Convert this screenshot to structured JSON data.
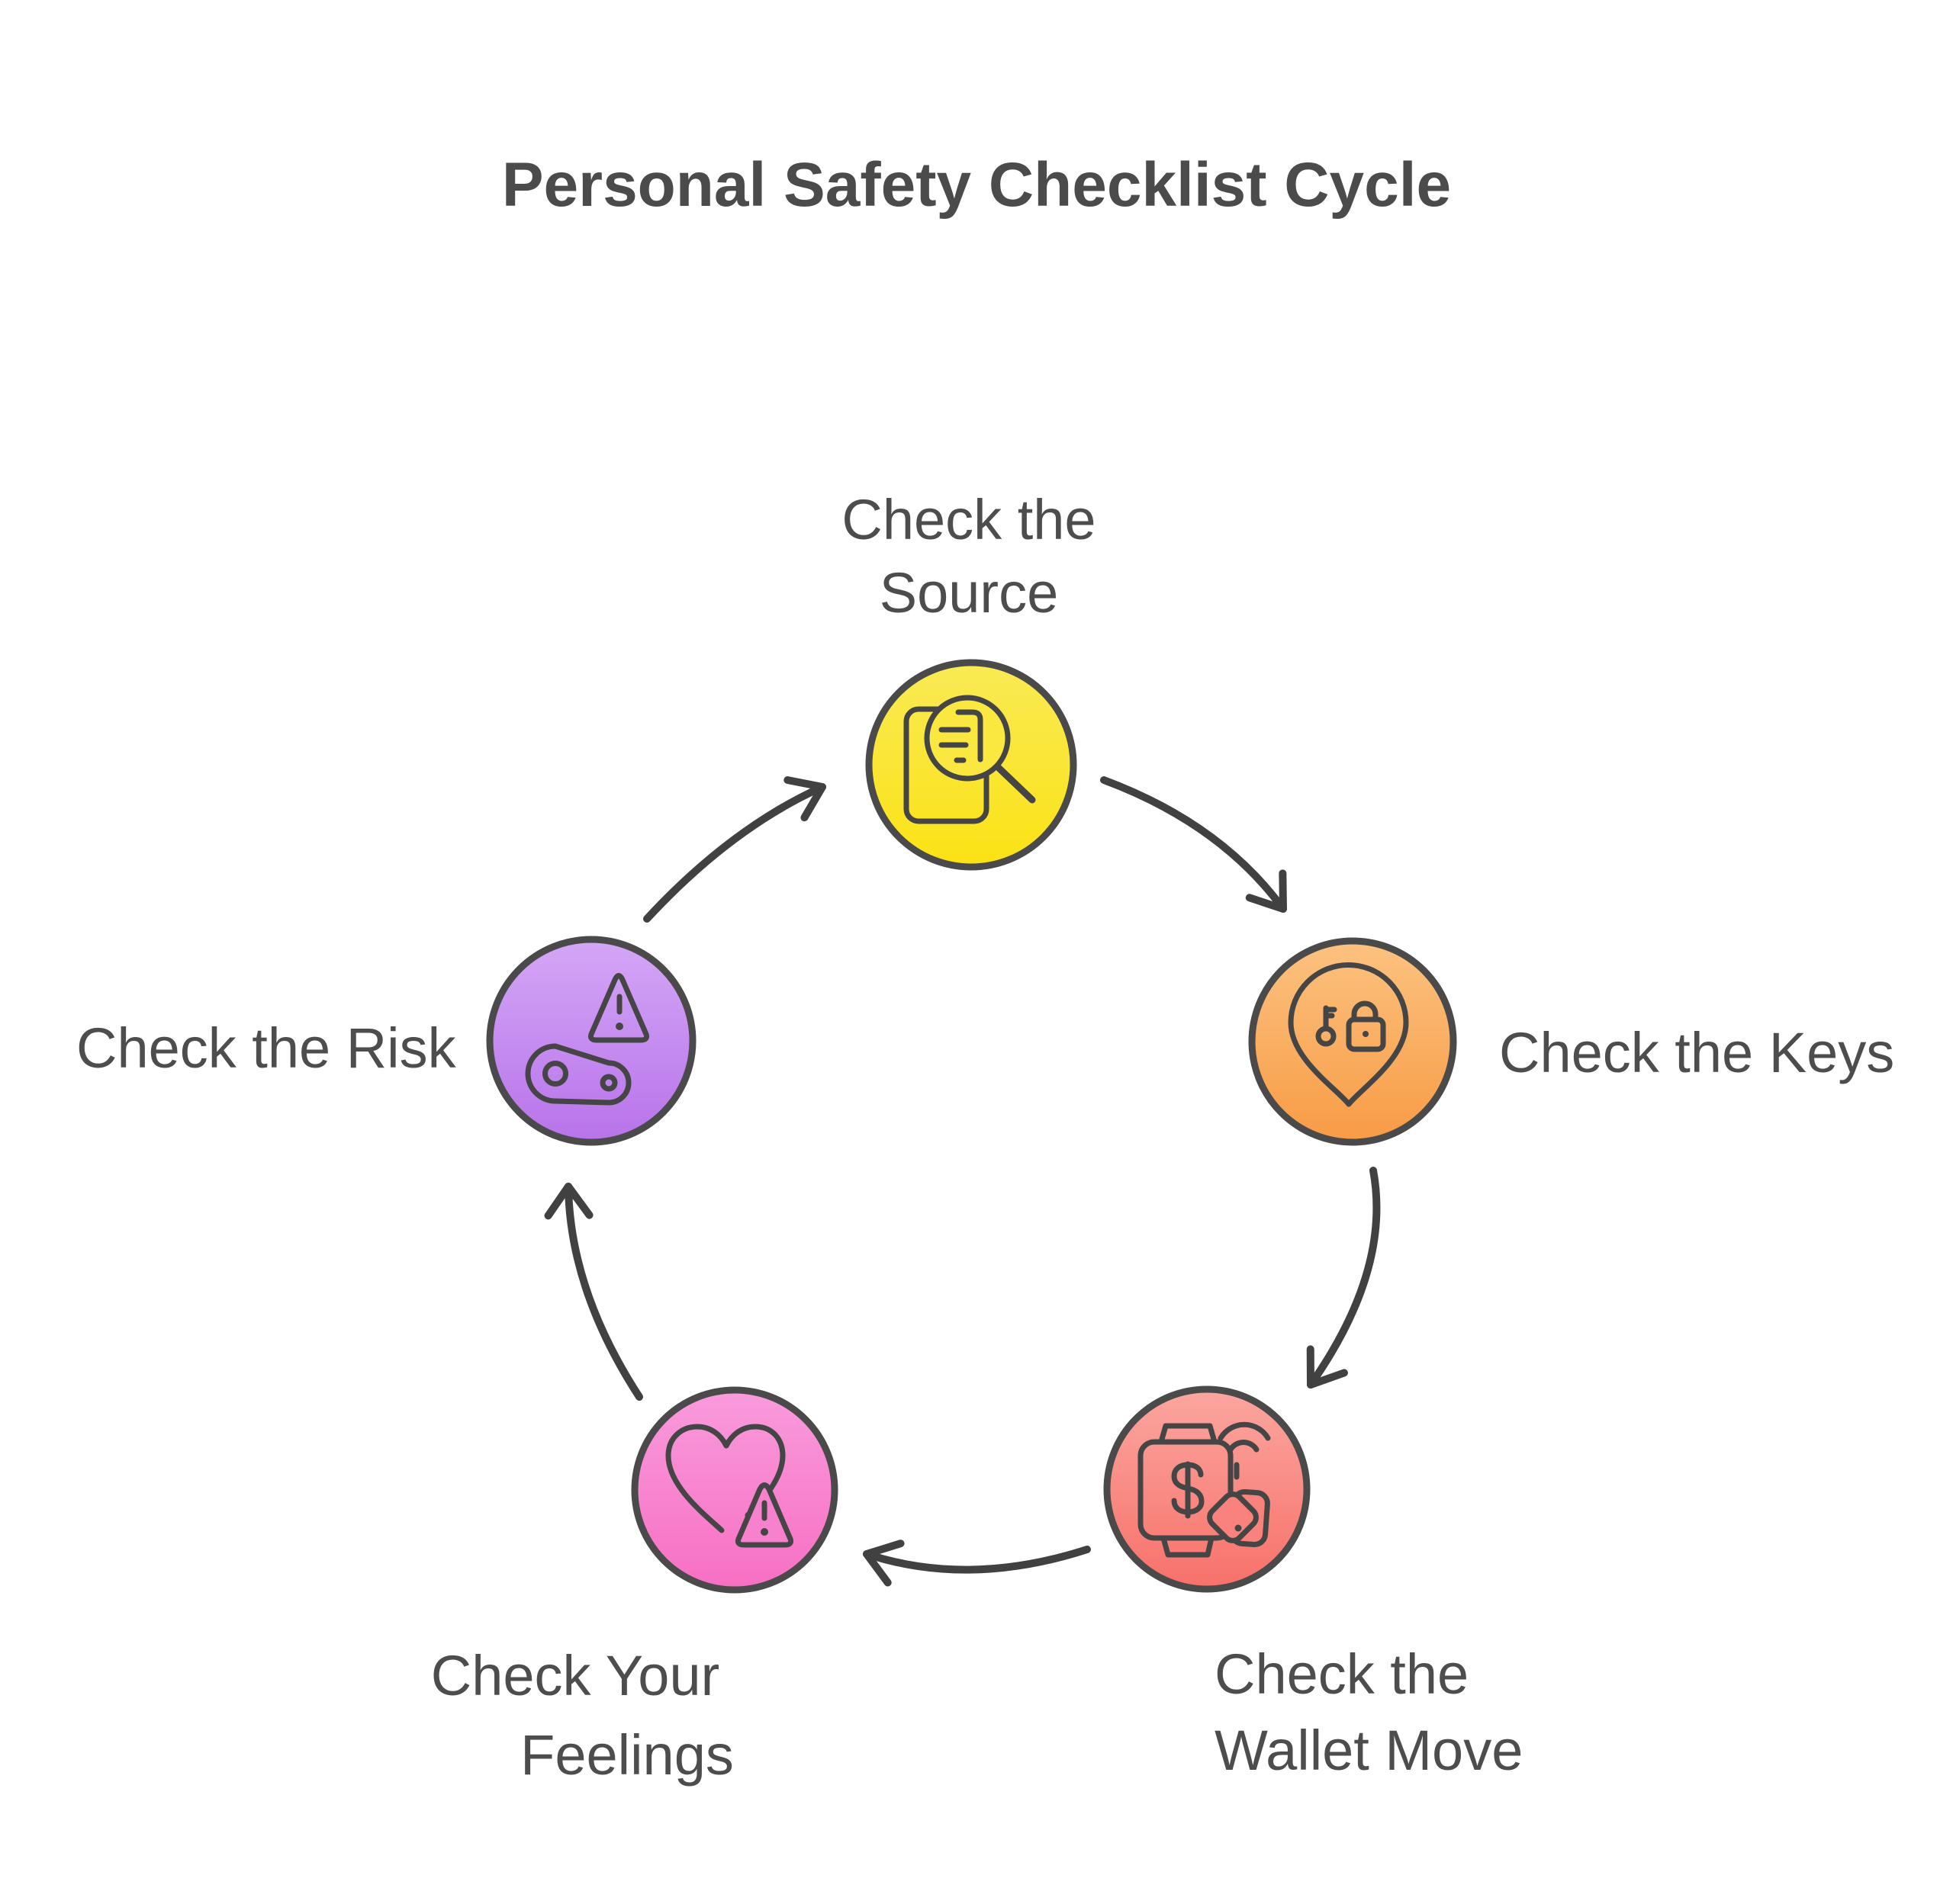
{
  "title": "Personal Safety Checklist Cycle",
  "diagram_type": "cycle",
  "background_color": "#ffffff",
  "text_color": "#4d4d4d",
  "title_color": "#4b4b4b",
  "node_border_color": "#4a4a4a",
  "icon_stroke_color": "#454545",
  "arrow_color": "#414141",
  "cycle_order": [
    "source",
    "keys",
    "wallet",
    "feelings",
    "risk"
  ],
  "nodes": {
    "source": {
      "lines": [
        "Check the",
        "Source"
      ],
      "icon": "document-search-icon",
      "color_top": "#faea55",
      "color_bottom": "#fbe214"
    },
    "keys": {
      "lines": [
        "Check the Keys"
      ],
      "icon": "location-pin-key-lock-icon",
      "color_top": "#fcc280",
      "color_bottom": "#f89b45"
    },
    "wallet": {
      "lines": [
        "Check the",
        "Wallet Move"
      ],
      "icon": "smartwatch-payment-icon",
      "color_top": "#fba69f",
      "color_bottom": "#f7716a"
    },
    "feelings": {
      "lines": [
        "Check Your",
        "Feelings"
      ],
      "icon": "heart-warning-icon",
      "color_top": "#f99bdc",
      "color_bottom": "#f76fc3"
    },
    "risk": {
      "lines": [
        "Check the Risk"
      ],
      "icon": "warning-belt-icon",
      "color_top": "#d4a7f6",
      "color_bottom": "#b873ea"
    }
  }
}
